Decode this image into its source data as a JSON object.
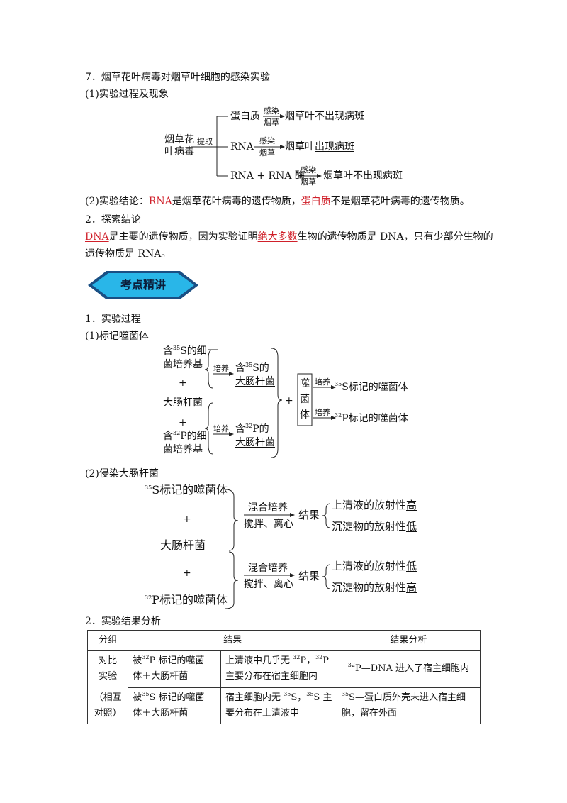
{
  "section7": {
    "title": "7．烟草花叶病毒对烟草叶细胞的感染实验",
    "sub1": "(1)实验过程及现象",
    "source": [
      "烟草花",
      "叶病毒"
    ],
    "extract": "提取",
    "rows": [
      {
        "label": "蛋白质",
        "top": "感染",
        "bottom": "烟草",
        "result": "烟草叶不出现病斑"
      },
      {
        "label": "RNA",
        "top": "感染",
        "bottom": "烟草",
        "result_prefix": "烟草叶",
        "result_underlined": "出现病斑"
      },
      {
        "label": "RNA + RNA 酶",
        "top": "感染",
        "bottom": "烟草",
        "result": "烟草叶不出现病斑"
      }
    ],
    "conclusion": {
      "prefix": "(2)实验结论：",
      "blank1": "RNA",
      "mid": "是烟草花叶病毒的遗传物质，",
      "blank2": "蛋白质",
      "suffix": "不是烟草花叶病毒的遗传物质。"
    }
  },
  "section2": {
    "title": "2．探索结论",
    "line1_blank": "DNA",
    "line1_mid": "是主要的遗传物质，因为实验证明",
    "line1_blank2": "绝大多数",
    "line1_end": "生物的遗传物质是 DNA，只有少部分生物的",
    "line2": "遗传物质是 RNA。"
  },
  "banner": {
    "label": "考点精讲",
    "color": "#29b6e8"
  },
  "process": {
    "title": "1．实验过程",
    "sub1": "(1)标记噬菌体",
    "medium_s": [
      "含",
      "35",
      "S的细",
      "菌培养基"
    ],
    "medium_p": [
      "含",
      "32",
      "P的细",
      "菌培养基"
    ],
    "plus": "+",
    "ecoli": "大肠杆菌",
    "culture": "培养",
    "ecoli_s": [
      "含",
      "35",
      "S的",
      "大肠杆菌"
    ],
    "ecoli_p": [
      "含",
      "32",
      "P的",
      "大肠杆菌"
    ],
    "phage_box": [
      "噬",
      "菌",
      "体"
    ],
    "phage_s": [
      "35",
      "S标记的",
      "噬菌体"
    ],
    "phage_p": [
      "32",
      "P标记的",
      "噬菌体"
    ]
  },
  "infect": {
    "sub2": "(2)侵染大肠杆菌",
    "phage_s": [
      "35",
      "S标记的噬菌体"
    ],
    "phage_p": [
      "32",
      "P标记的噬菌体"
    ],
    "ecoli": "大肠杆菌",
    "mix": "混合培养",
    "stir": "搅拌、离心",
    "result": "结果",
    "s_results": [
      {
        "text": "上清液的放射性",
        "mark": "高"
      },
      {
        "text": "沉淀物的放射性",
        "mark": "低"
      }
    ],
    "p_results": [
      {
        "text": "上清液的放射性",
        "mark": "低"
      },
      {
        "text": "沉淀物的放射性",
        "mark": "高"
      }
    ]
  },
  "analysis": {
    "title": "2．实验结果分析",
    "headers": [
      "分组",
      "结果",
      "结果分析"
    ],
    "group_label": [
      "对比",
      "实验",
      "（相互",
      "对照）"
    ],
    "row1": {
      "group": [
        "被",
        "32",
        "P 标记的噬菌",
        "体＋大肠杆菌"
      ],
      "result": [
        "上清液中几乎无 ",
        "32",
        "P，",
        "32",
        "P",
        "主要分布在宿主细胞内"
      ],
      "analysis": [
        "32",
        "P—DNA 进入了宿主细胞内"
      ]
    },
    "row2": {
      "group": [
        "被",
        "35",
        "S 标记的噬菌",
        "体＋大肠杆菌"
      ],
      "result": [
        "宿主细胞内无 ",
        "35",
        "S，",
        "35",
        "S 主",
        "要分布在上清液中"
      ],
      "analysis": [
        "35",
        "S—蛋白质外壳未进入宿主细",
        "胞，留在外面"
      ]
    }
  }
}
